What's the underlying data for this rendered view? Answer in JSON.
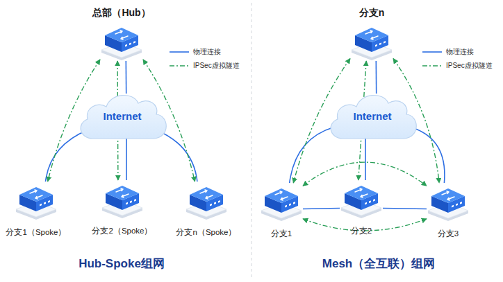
{
  "diagram": {
    "nodes": [
      {
        "text": [
          "总部（Hub）"
        ]
      },
      {
        "text": [
          "Internet"
        ]
      },
      {
        "text": [
          "分支1（Spoke）"
        ]
      },
      {
        "text": [
          "分支2（Spoke）"
        ]
      },
      {
        "text": [
          "分支n（Spoke）"
        ]
      },
      {
        "text": [
          "分支n"
        ]
      },
      {
        "text": [
          "Internet"
        ]
      },
      {
        "text": [
          "分支1"
        ]
      },
      {
        "text": [
          "分支2"
        ]
      },
      {
        "text": [
          "分支3"
        ]
      }
    ],
    "edges": [
      {
        "from": 0,
        "to": 1,
        "arrow": "none"
      },
      {
        "from": 2,
        "to": 1,
        "arrow": "none"
      },
      {
        "from": 3,
        "to": 1,
        "arrow": "none"
      },
      {
        "from": 4,
        "to": 1,
        "arrow": "none"
      },
      {
        "from": 0,
        "to": 2,
        "arrow": "both"
      },
      {
        "from": 0,
        "to": 3,
        "arrow": "both"
      },
      {
        "from": 0,
        "to": 4,
        "arrow": "both"
      },
      {
        "from": 5,
        "to": 6,
        "arrow": "none"
      },
      {
        "from": 7,
        "to": 6,
        "arrow": "none"
      },
      {
        "from": 8,
        "to": 6,
        "arrow": "none"
      },
      {
        "from": 9,
        "to": 6,
        "arrow": "none"
      },
      {
        "from": 7,
        "to": 8,
        "arrow": "none"
      },
      {
        "from": 8,
        "to": 9,
        "arrow": "none"
      },
      {
        "from": 5,
        "to": 7,
        "arrow": "both"
      },
      {
        "from": 5,
        "to": 8,
        "arrow": "both"
      },
      {
        "from": 5,
        "to": 9,
        "arrow": "both"
      },
      {
        "from": 7,
        "to": 9,
        "arrow": "both"
      },
      {
        "from": 7,
        "to": 9,
        "arrow": "both"
      }
    ],
    "labels": [
      "Hub-Spoke组网",
      "Mesh（全互联）组网"
    ],
    "legend": [
      {
        "text": "物理连接"
      },
      {
        "text": "IPSec虚拟隧道"
      },
      {
        "text": "物理连接"
      },
      {
        "text": "IPSec虚拟隧道"
      }
    ]
  }
}
